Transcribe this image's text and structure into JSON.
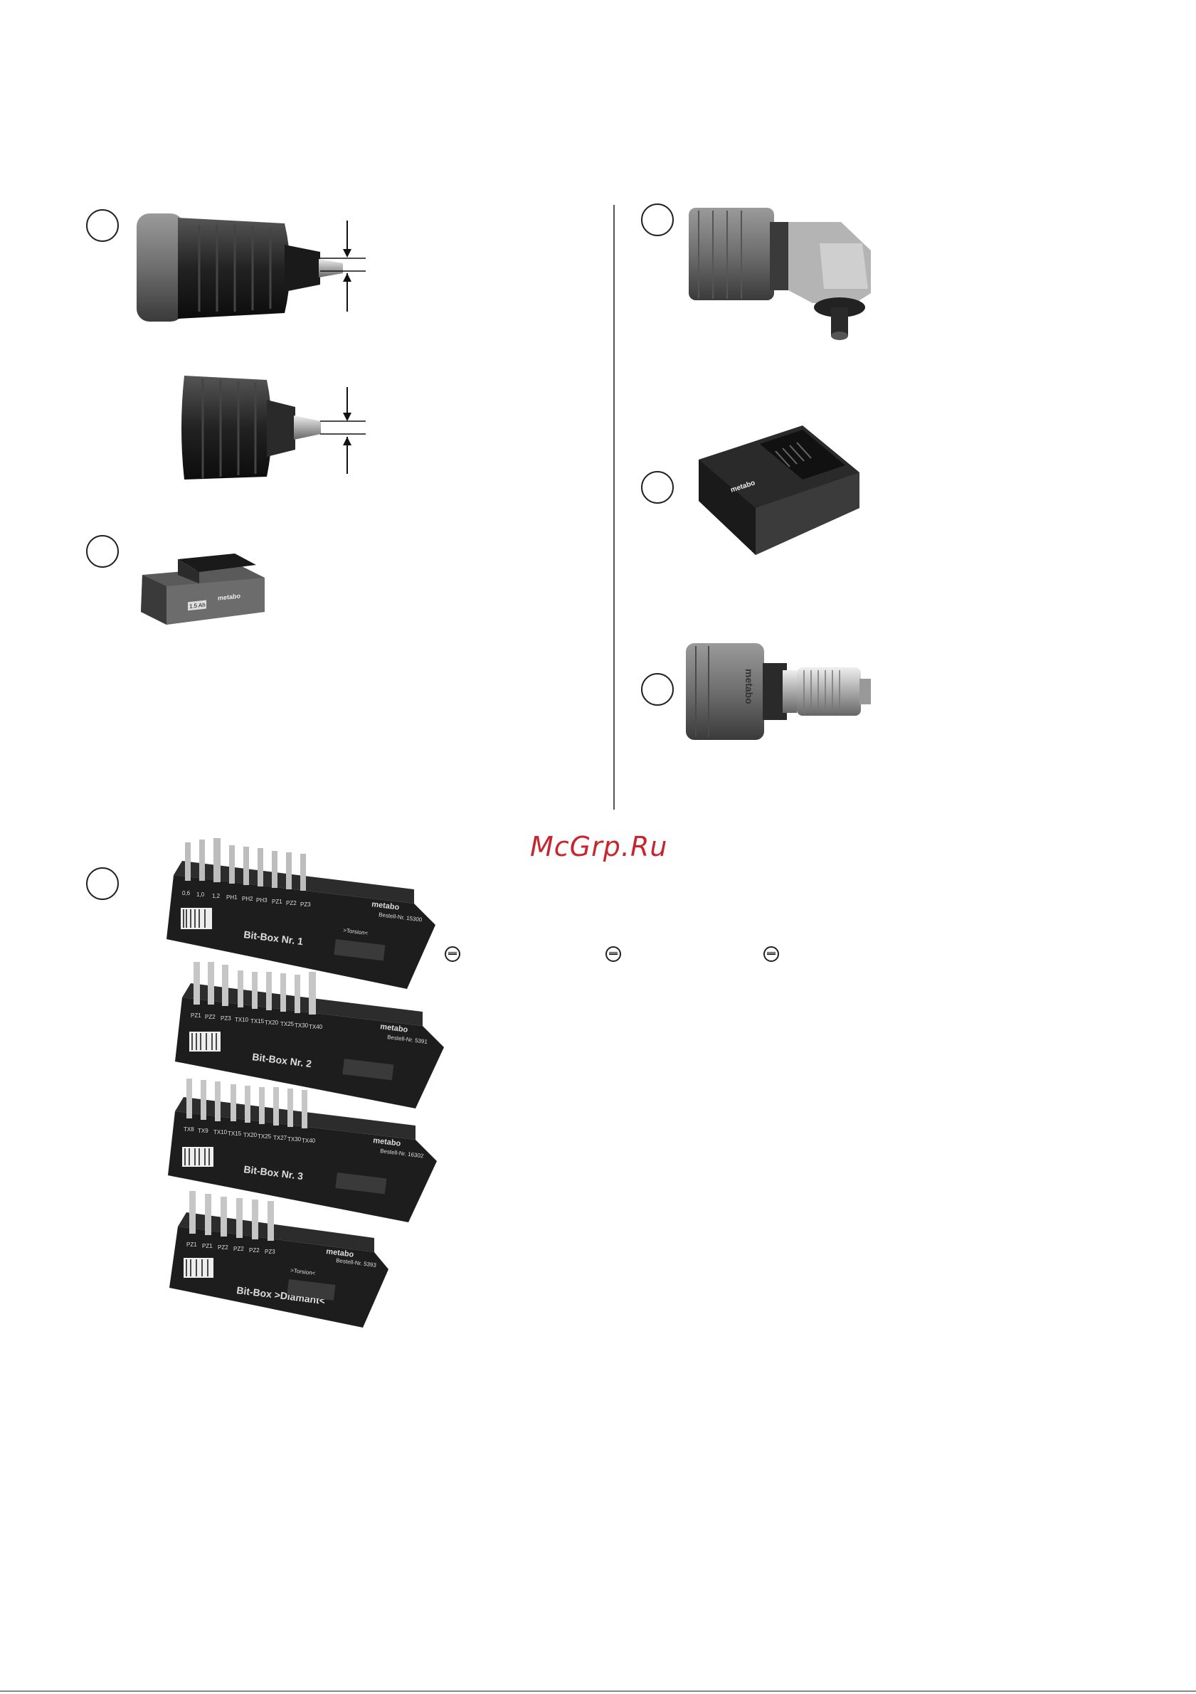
{
  "watermark": "McGrp.Ru",
  "chuck_top": {
    "brand": ""
  },
  "angle_adapter": {},
  "charger": {
    "brand": "metabo"
  },
  "battery": {
    "label": "1.5 Ah",
    "brand": "metabo"
  },
  "quick_chuck": {
    "brand": "metabo"
  },
  "bit_boxes": [
    {
      "title": "Bit-Box Nr. 1",
      "brand": "metabo",
      "article": "Bestell-Nr. 15300",
      "tag": ">Torsion<",
      "bits": [
        "0,6",
        "1,0",
        "1,2",
        "PH1",
        "PH2",
        "PH3",
        "PZ1",
        "PZ2",
        "PZ3"
      ]
    },
    {
      "title": "Bit-Box Nr. 2",
      "brand": "metabo",
      "article": "Bestell-Nr. 5391",
      "bits": [
        "PZ1",
        "PZ2",
        "PZ3",
        "TX10",
        "TX15",
        "TX20",
        "TX25",
        "TX30",
        "TX40"
      ]
    },
    {
      "title": "Bit-Box Nr. 3",
      "brand": "metabo",
      "article": "Bestell-Nr. 16302",
      "bits": [
        "TX8",
        "TX9",
        "TX10",
        "TX15",
        "TX20",
        "TX25",
        "TX27",
        "TX30",
        "TX40"
      ]
    },
    {
      "title": "Bit-Box >Diamant<",
      "brand": "metabo",
      "article": "Bestell-Nr. 5393",
      "tag": ">Torsion<",
      "bits": [
        "PZ1",
        "PZ1",
        "PZ2",
        "PZ2",
        "PZ2",
        "PZ3"
      ]
    }
  ]
}
